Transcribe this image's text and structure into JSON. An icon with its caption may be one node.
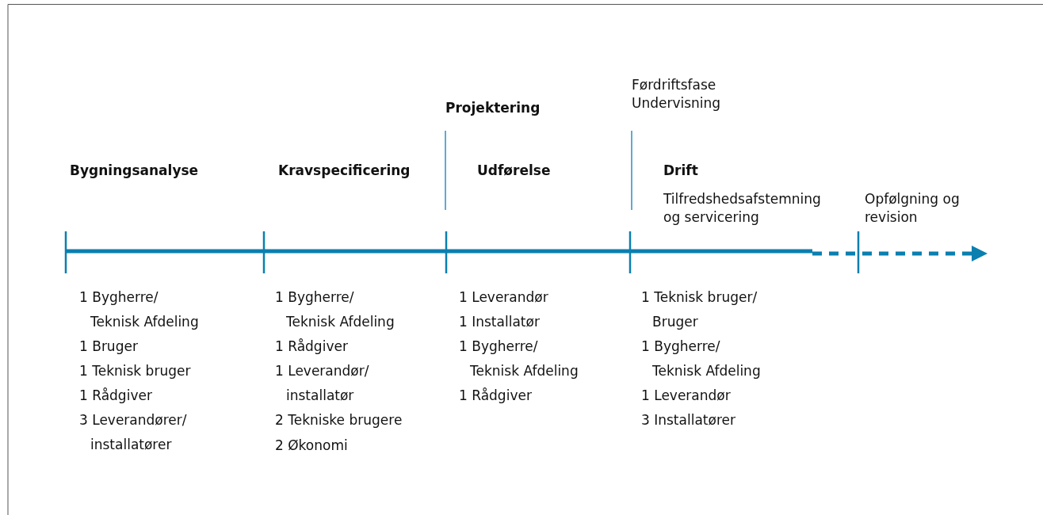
{
  "diagram": {
    "labels": [
      "Projektering",
      "Førdriftsfase Undervisning",
      "Bygningsanalyse",
      "Kravspecificering",
      "Udførelse",
      "Drift",
      "Tilfredshedsafstemning og servicering",
      "Opfølgning og revision",
      "1 Bygherre/ Teknisk Afdeling",
      "1 Bruger",
      "1 Teknisk bruger",
      "1 Rådgiver",
      "3 Leverandører/ installatører",
      "1 Bygherre/ Teknisk Afdeling",
      "1 Rådgiver",
      "1 Leverandør/ installatør",
      "2 Tekniske brugere",
      "2 Økonomi",
      "1 Leverandør",
      "1 Installatør",
      "1 Bygherre/ Teknisk Afdeling",
      "1 Rådgiver",
      "1 Teknisk bruger/ Bruger",
      "1 Bygherre/ Teknisk Afdeling",
      "1 Leverandør",
      "3 Installatører"
    ]
  }
}
